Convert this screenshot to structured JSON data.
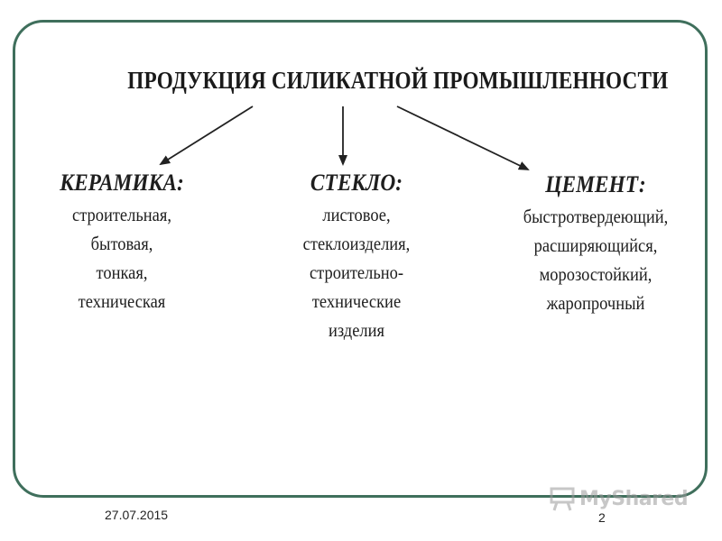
{
  "title": "ПРОДУКЦИЯ СИЛИКАТНОЙ ПРОМЫШЛЕННОСТИ",
  "branches": [
    {
      "heading": "КЕРАМИКА:",
      "items": [
        "строительная,",
        "бытовая,",
        "тонкая,",
        "техническая"
      ]
    },
    {
      "heading": "СТЕКЛО:",
      "items": [
        "листовое,",
        "стеклоизделия,",
        "строительно-",
        "технические",
        "изделия"
      ]
    },
    {
      "heading": "ЦЕМЕНТ:",
      "items": [
        "быстротвердеющий,",
        "расширяющийся,",
        "морозостойкий,",
        "жаропрочный"
      ]
    }
  ],
  "footer": {
    "date": "27.07.2015",
    "page_number": "2"
  },
  "watermark": {
    "text": "MyShared",
    "icon": "presentation-board-icon"
  },
  "colors": {
    "frame_border": "#3f6f5c",
    "text": "#1e1e1e",
    "watermark": "#9a9a9a"
  }
}
